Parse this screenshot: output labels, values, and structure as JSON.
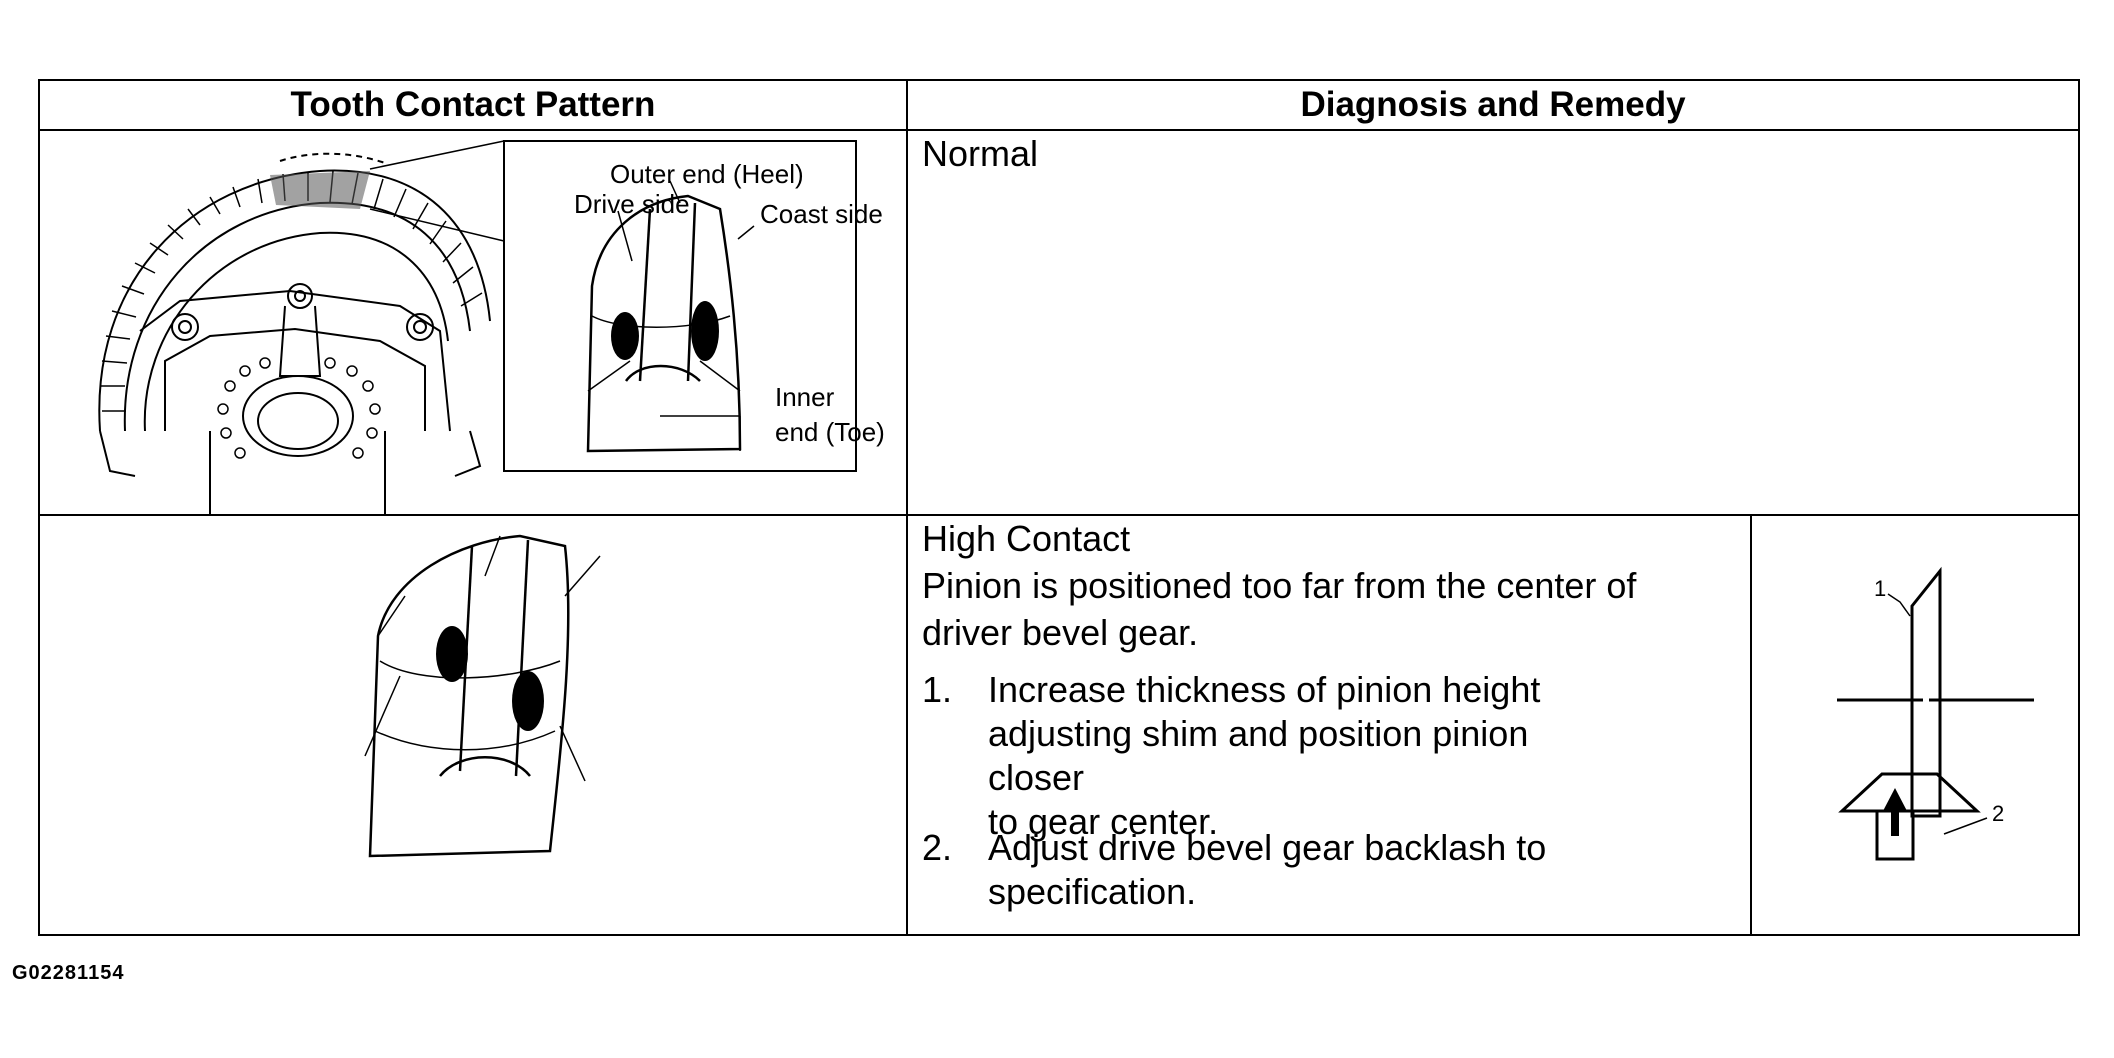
{
  "table": {
    "headers": {
      "pattern": "Tooth Contact Pattern",
      "diagnosis": "Diagnosis and Remedy"
    },
    "rows": [
      {
        "title": "Normal",
        "callouts": {
          "outer_end": "Outer end (Heel)",
          "drive_side": "Drive side",
          "coast_side": "Coast side",
          "inner_line1": "Inner",
          "inner_line2": "end (Toe)"
        }
      },
      {
        "title": "High Contact",
        "cause_line1": "Pinion is positioned too far from the center of",
        "cause_line2": "driver bevel gear.",
        "steps": [
          {
            "num": "1.",
            "line1": "Increase thickness of pinion height",
            "line2": "adjusting shim and position pinion closer",
            "line3": "to gear center."
          },
          {
            "num": "2.",
            "line1": "Adjust drive bevel gear backlash to",
            "line2": "specification."
          }
        ],
        "diagram_labels": {
          "label1": "1",
          "label2": "2"
        }
      }
    ]
  },
  "footer": {
    "code": "G02281154"
  }
}
